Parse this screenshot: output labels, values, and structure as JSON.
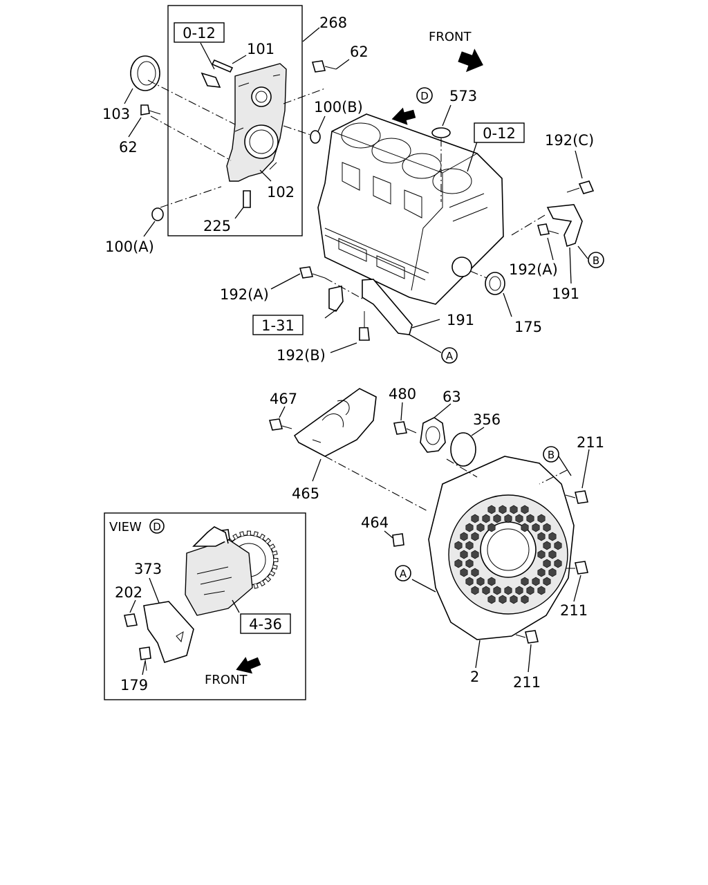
{
  "diagram": {
    "front_top": "FRONT",
    "front_inset": "FRONT",
    "view_label": "VIEW",
    "view_letter": "D",
    "ref_markers": {
      "A": "A",
      "B": "B",
      "D": "D"
    },
    "ref_boxes": {
      "o12_left": "0-12",
      "o12_right": "0-12",
      "b131": "1-31",
      "b436": "4-36"
    },
    "parts": {
      "p268": "268",
      "p101": "101",
      "p62a": "62",
      "p103": "103",
      "p62b": "62",
      "p100b": "100(B)",
      "p102": "102",
      "p225": "225",
      "p100a": "100(A)",
      "p573": "573",
      "p192c": "192(C)",
      "p192a_r": "192(A)",
      "p191_r": "191",
      "p192a_l": "192(A)",
      "p191_l": "191",
      "p175": "175",
      "p192b": "192(B)",
      "p467": "467",
      "p480": "480",
      "p63": "63",
      "p356": "356",
      "p211a": "211",
      "p465": "465",
      "p464": "464",
      "p211b": "211",
      "p2": "2",
      "p211c": "211",
      "p373": "373",
      "p202": "202",
      "p179": "179"
    }
  }
}
